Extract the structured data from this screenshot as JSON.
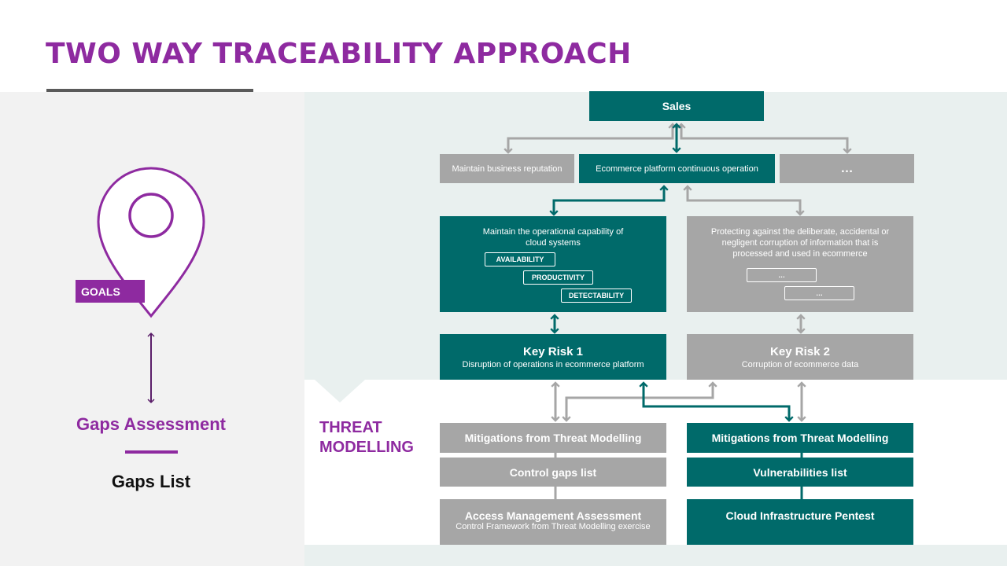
{
  "title": "TWO WAY TRACEABILITY  APPROACH",
  "left": {
    "goals_label": "GOALS",
    "gaps_assessment": "Gaps Assessment",
    "gaps_list": "Gaps List"
  },
  "diagram": {
    "sales": "Sales",
    "obj_reputation": "Maintain business reputation",
    "obj_ecommerce": "Ecommerce platform continuous operation",
    "obj_more": "…",
    "goal_operational": "Maintain the operational capability of cloud systems",
    "tags": [
      "AVAILABILITY",
      "PRODUCTIVITY",
      "DETECTABILITY"
    ],
    "goal_protect": "Protecting against the deliberate, accidental or negligent corruption of information that is processed and used in ecommerce",
    "protect_tags": [
      "…",
      "…"
    ],
    "risk1_title": "Key Risk 1",
    "risk1_desc": "Disruption of operations in ecommerce platform",
    "risk2_title": "Key Risk 2",
    "risk2_desc": "Corruption of ecommerce data",
    "threat_label_1": "THREAT",
    "threat_label_2": "MODELLING",
    "left_col": {
      "mitigations": "Mitigations from  Threat Modelling",
      "gaps": "Control gaps list",
      "assessment_title": "Access Management Assessment",
      "assessment_desc": "Control Framework from Threat Modelling exercise"
    },
    "right_col": {
      "mitigations": "Mitigations from  Threat Modelling",
      "vulns": "Vulnerabilities list",
      "pentest": "Cloud Infrastructure Pentest"
    }
  },
  "colors": {
    "purple": "#8e2aa0",
    "teal": "#006a6a",
    "grey": "#a6a6a6"
  }
}
